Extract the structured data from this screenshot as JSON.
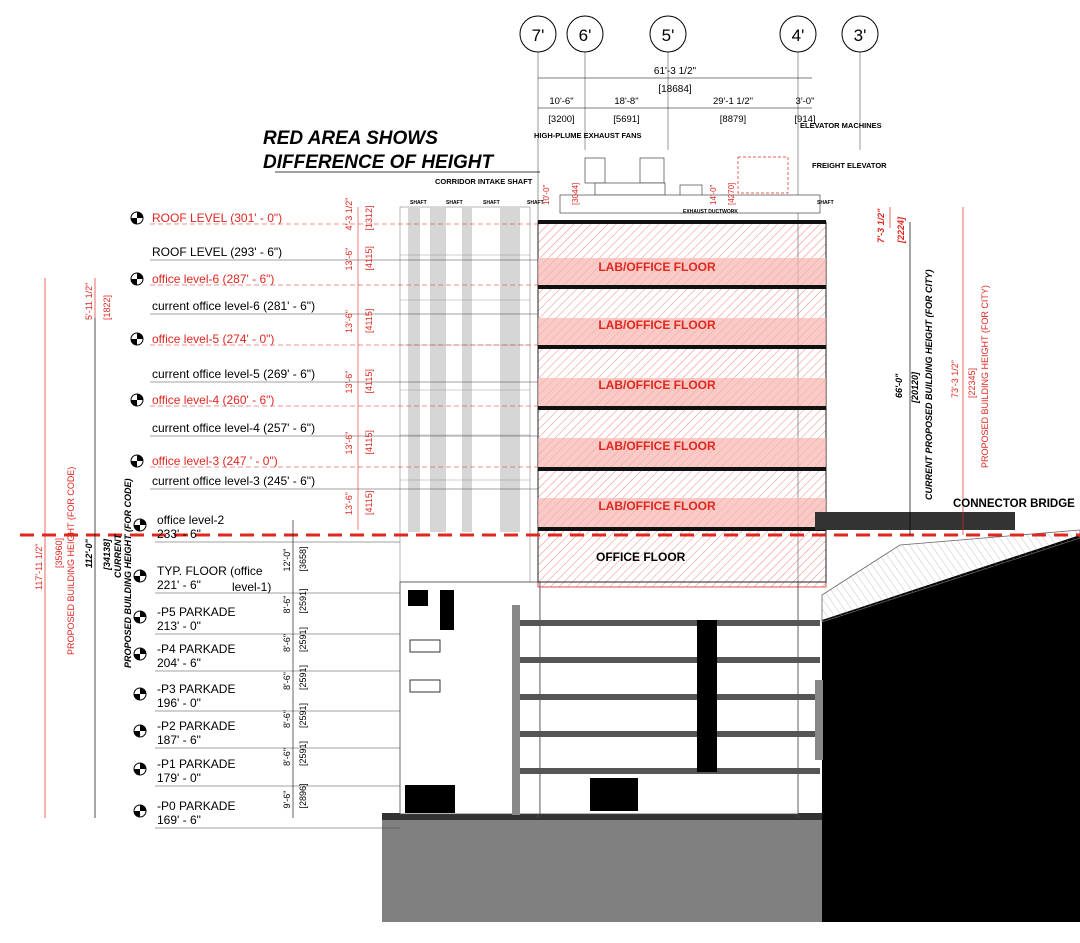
{
  "grid_bubbles": [
    "7'",
    "6'",
    "5'",
    "4'",
    "3'"
  ],
  "title": {
    "line1": "RED AREA SHOWS",
    "line2": "DIFFERENCE OF HEIGHT"
  },
  "top_dims": {
    "overall": "61'-3 1/2\"",
    "overall_mm": "[18684]",
    "segments": [
      {
        "ft": "10'-6\"",
        "mm": "[3200]"
      },
      {
        "ft": "18'-8\"",
        "mm": "[5691]"
      },
      {
        "ft": "29'-1 1/2\"",
        "mm": "[8879]"
      },
      {
        "ft": "3'-0\"",
        "mm": "[914]"
      }
    ]
  },
  "roof_labels": {
    "fans": "HIGH-PLUME EXHAUST FANS",
    "elevator_machines": "ELEVATOR MACHINES",
    "freight_elevator": "FREIGHT ELEVATOR",
    "corridor_shaft": "CORRIDOR INTAKE SHAFT",
    "exhaust_ductwork": "EXHAUST DUCTWORK",
    "shaft": "SHAFT",
    "corridor_dim_ft": "10'-0\"",
    "corridor_dim_mm": "[3044]",
    "mech_dim_ft": "14'-0\"",
    "mech_dim_mm": "[4270]"
  },
  "levels": [
    {
      "label": "ROOF LEVEL (301' - 0\")",
      "color": "#e0271f"
    },
    {
      "label": "ROOF LEVEL (293' - 6\")",
      "color": "#000000"
    },
    {
      "label": "office level-6 (287' - 6\")",
      "color": "#e0271f"
    },
    {
      "label": "current office level-6 (281' - 6\")",
      "color": "#000000"
    },
    {
      "label": "office level-5 (274' - 0\")",
      "color": "#e0271f"
    },
    {
      "label": "current office level-5 (269' - 6\")",
      "color": "#000000"
    },
    {
      "label": "office level-4 (260' - 6\")",
      "color": "#e0271f"
    },
    {
      "label": "current office level-4 (257' - 6\")",
      "color": "#000000"
    },
    {
      "label": "office level-3 (247 ' - 0\")",
      "color": "#e0271f"
    },
    {
      "label": "current office level-3 (245' - 6\")",
      "color": "#000000"
    }
  ],
  "lower_levels": [
    {
      "line1": "office level-2",
      "line2": "233' - 6\""
    },
    {
      "line1": "TYP. FLOOR (office",
      "line2": "221' - 6\"",
      "extra": "level-1)"
    },
    {
      "line1": "-P5 PARKADE",
      "line2": "213' - 0\""
    },
    {
      "line1": "-P4 PARKADE",
      "line2": "204' - 6\""
    },
    {
      "line1": "-P3 PARKADE",
      "line2": "196' - 0\""
    },
    {
      "line1": "-P2 PARKADE",
      "line2": "187' - 6\""
    },
    {
      "line1": "-P1 PARKADE",
      "line2": "179' - 0\""
    },
    {
      "line1": "-P0 PARKADE",
      "line2": "169' - 6\""
    }
  ],
  "red_floor_dims": [
    {
      "ft": "4'-3 1/2\"",
      "mm": "[1312]"
    },
    {
      "ft": "13'-6\"",
      "mm": "[4115]"
    },
    {
      "ft": "13'-6\"",
      "mm": "[4115]"
    },
    {
      "ft": "13'-6\"",
      "mm": "[4115]"
    },
    {
      "ft": "13'-6\"",
      "mm": "[4115]"
    },
    {
      "ft": "13'-6\"",
      "mm": "[4115]"
    }
  ],
  "lower_dims": [
    {
      "ft": "12'-0\"",
      "mm": "[3658]"
    },
    {
      "ft": "8'-6\"",
      "mm": "[2591]"
    },
    {
      "ft": "8'-6\"",
      "mm": "[2591]"
    },
    {
      "ft": "8'-6\"",
      "mm": "[2591]"
    },
    {
      "ft": "8'-6\"",
      "mm": "[2591]"
    },
    {
      "ft": "8'-6\"",
      "mm": "[2591]"
    },
    {
      "ft": "9'-6\"",
      "mm": "[2896]"
    }
  ],
  "left_dims": {
    "diff_ft": "5'-11 1/2\"",
    "diff_mm": "[1822]",
    "code_total_ft": "117'-11 1/2\"",
    "code_total_mm": "[35960]",
    "code_total_label": "PROPOSED BUILDING HEIGHT (FOR CODE)",
    "current_ft": "112'-0\"",
    "current_mm": "[34138]",
    "current_label1": "CURRENT",
    "current_label2": "PROPOSED BUILDING HEIGHT (FOR CODE)"
  },
  "right_dims": {
    "diff_ft": "7'-3 1/2\"",
    "diff_mm": "[2224]",
    "current_ft": "66'-0\"",
    "current_mm": "[20120]",
    "current_label": "CURRENT PROPOSED BUILDING HEIGHT (FOR CITY)",
    "city_ft": "73'-3 1/2\"",
    "city_mm": "[22345]",
    "city_label": "PROPOSED BUILDING HEIGHT (FOR CITY)"
  },
  "floor_labels": [
    "LAB/OFFICE FLOOR",
    "LAB/OFFICE FLOOR",
    "LAB/OFFICE FLOOR",
    "LAB/OFFICE FLOOR",
    "LAB/OFFICE FLOOR"
  ],
  "office_floor": "OFFICE FLOOR",
  "connector_bridge": "CONNECTOR BRIDGE",
  "colors": {
    "red": "#e0271f",
    "black": "#000000",
    "ground": "#808080",
    "shaft": "#d6d6d6"
  }
}
